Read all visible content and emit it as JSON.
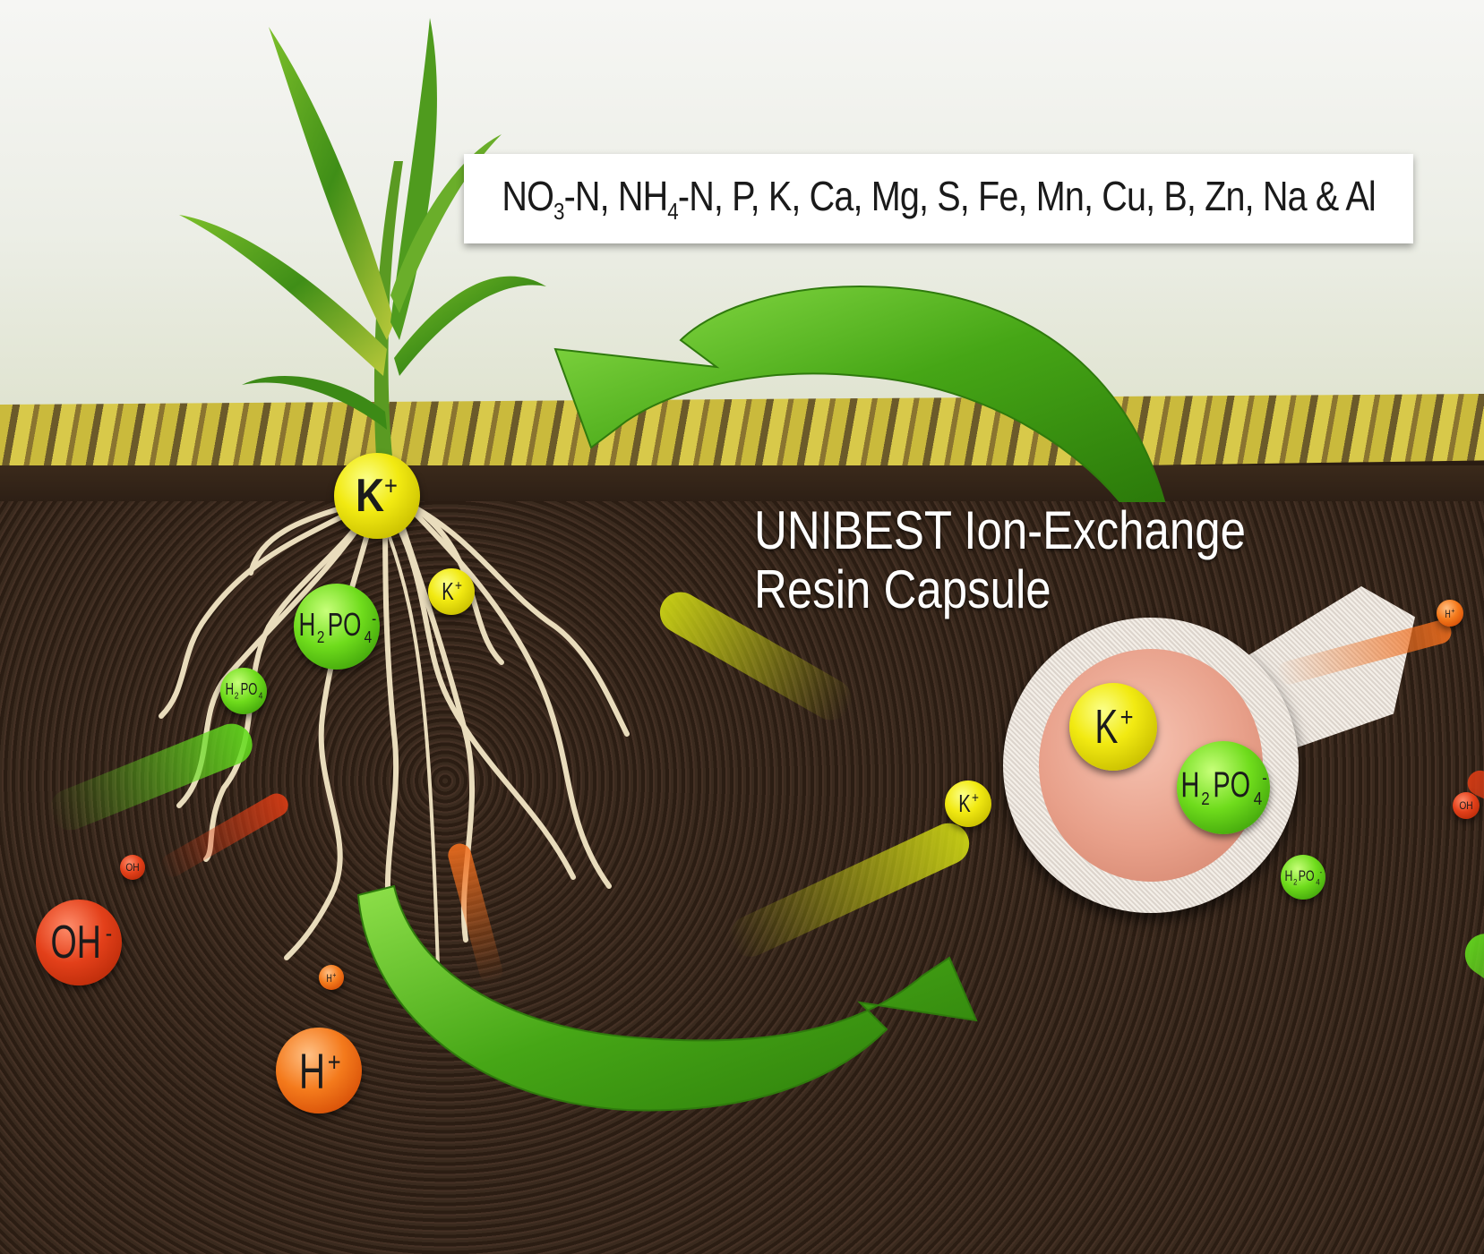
{
  "nutrient_label": {
    "parts": [
      {
        "t": "NO"
      },
      {
        "sub": "3"
      },
      {
        "t": "-N, NH"
      },
      {
        "sub": "4"
      },
      {
        "t": "-N, P, K, Ca, Mg, S, Fe, Mn, Cu, B, Zn, Na & Al"
      }
    ]
  },
  "capsule_title": {
    "line1": "UNIBEST Ion-Exchange",
    "line2": "Resin Capsule"
  },
  "ions": {
    "k_plus": "K",
    "k_sup": "+",
    "h_plus": "H",
    "h_sup": "+",
    "oh": "OH",
    "oh_sup": "-",
    "h2po4_h": "H",
    "h2po4_2": "2",
    "h2po4_po": "PO",
    "h2po4_4": "4",
    "h2po4_sup": "-"
  },
  "icons": [
    "corn-plant-icon",
    "green-cycle-arrow-icon",
    "resin-capsule-icon"
  ],
  "colors": {
    "k_ion": "#f2ea12",
    "h2po4_ion": "#6fdc1c",
    "h_ion": "#f47a1c",
    "oh_ion": "#e3401a",
    "arrow": "#4aa81c",
    "label_box": "#ffffff"
  }
}
